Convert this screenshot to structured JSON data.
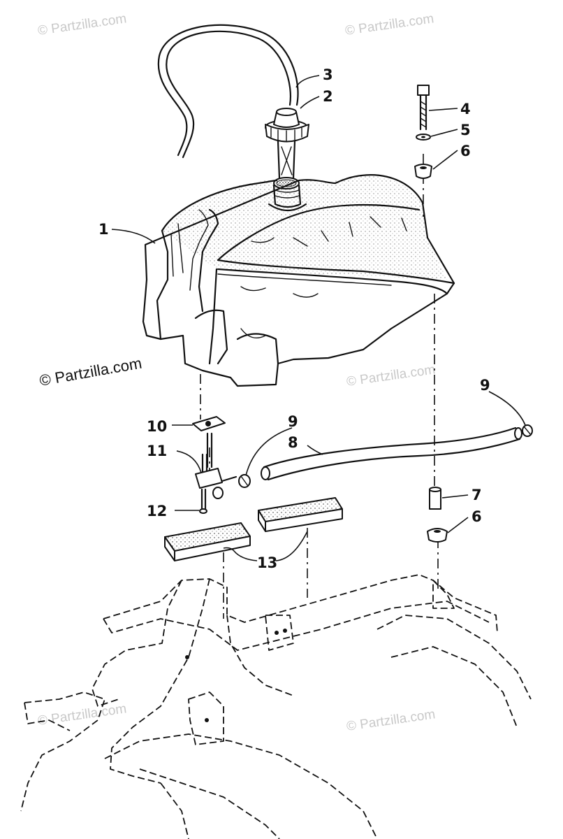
{
  "watermarks": {
    "top_left": "© Partzilla.com",
    "top_right": "© Partzilla.com",
    "main": "© Partzilla.com",
    "mid_right": "© Partzilla.com",
    "bottom_left": "© Partzilla.com",
    "bottom_right": "© Partzilla.com"
  },
  "callouts": [
    {
      "id": "c1",
      "label": "1"
    },
    {
      "id": "c2",
      "label": "2"
    },
    {
      "id": "c3",
      "label": "3"
    },
    {
      "id": "c4",
      "label": "4"
    },
    {
      "id": "c5",
      "label": "5"
    },
    {
      "id": "c6a",
      "label": "6"
    },
    {
      "id": "c6b",
      "label": "6"
    },
    {
      "id": "c7",
      "label": "7"
    },
    {
      "id": "c8",
      "label": "8"
    },
    {
      "id": "c9a",
      "label": "9"
    },
    {
      "id": "c9b",
      "label": "9"
    },
    {
      "id": "c10",
      "label": "10"
    },
    {
      "id": "c11",
      "label": "11"
    },
    {
      "id": "c12",
      "label": "12"
    },
    {
      "id": "c13",
      "label": "13"
    }
  ]
}
